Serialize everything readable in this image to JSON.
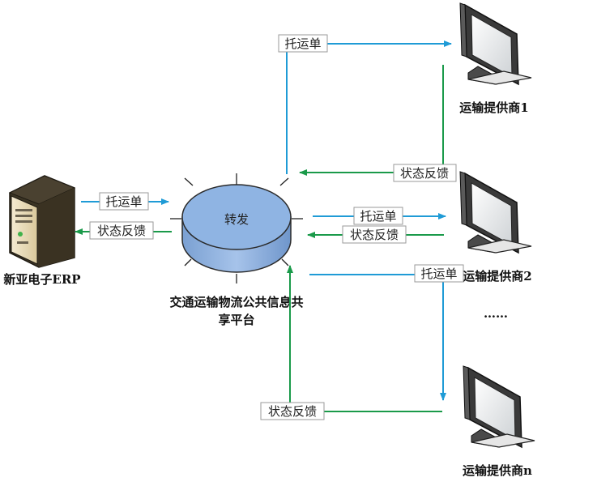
{
  "hub": {
    "label": "转发",
    "title_line1": "交通运输物流公共信息共",
    "title_line2": "享平台"
  },
  "erp": {
    "name": "新亚电子ERP"
  },
  "providers": [
    {
      "name": "运输提供商1"
    },
    {
      "name": "运输提供商2"
    },
    {
      "name": "运输提供商n"
    }
  ],
  "ellipsis": "……",
  "flows": {
    "consignment": "托运单",
    "status_feedback": "状态反馈"
  },
  "colors": {
    "request_arrow": "#1f9bd6",
    "feedback_arrow": "#1a9a4a",
    "hub_fill": "#8fb4e3"
  }
}
